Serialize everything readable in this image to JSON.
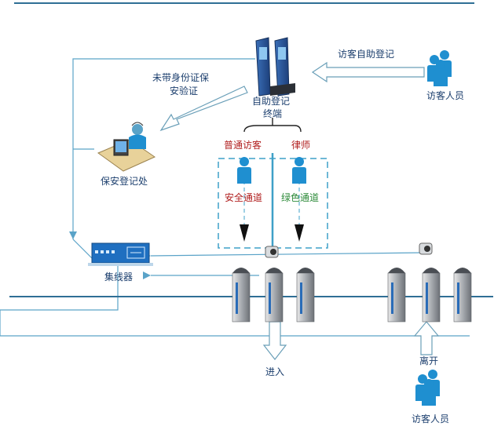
{
  "labels": {
    "visitor_self_register": "访客自助登记",
    "visitor_top": "访客人员",
    "terminal_line1": "自助登记",
    "terminal_line2": "终端",
    "no_id_line1": "未带身份证保",
    "no_id_line2": "安验证",
    "security_desk": "保安登记处",
    "regular_visitor": "普通访客",
    "lawyer": "律师",
    "safety_channel": "安全通道",
    "green_channel": "绿色通道",
    "concentrator": "集线器",
    "enter": "进入",
    "leave": "离开",
    "visitor_bottom": "访客人员"
  },
  "colors": {
    "line": "#5aa3c8",
    "dark_line": "#2f6f95",
    "arrow_fill": "#ffffff",
    "arrow_stroke": "#6a9fb8",
    "text_blue": "#1c3f6e",
    "text_red": "#b01e1e",
    "text_green": "#2e8b3a",
    "person": "#1f8fd0"
  },
  "icons": [
    "kiosk-icon",
    "person-icon",
    "operator-desk-icon",
    "network-switch-icon",
    "turnstile-icon",
    "camera-icon"
  ]
}
